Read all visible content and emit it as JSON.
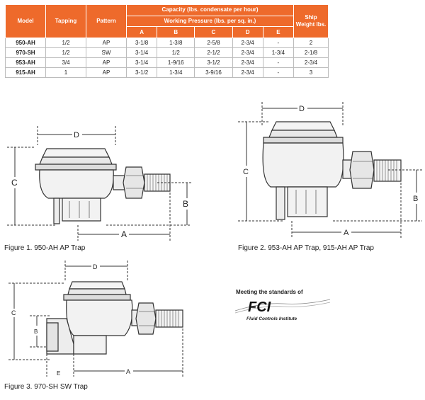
{
  "table": {
    "headers": {
      "model": "Model",
      "tapping": "Tapping",
      "pattern": "Pattern",
      "capacity": "Capacity (lbs. condensate per hour)",
      "working_pressure": "Working Pressure (lbs. per sq. in.)",
      "ship_weight": "Ship Weight lbs.",
      "pressure_cols": [
        "A",
        "B",
        "C",
        "D",
        "E"
      ]
    },
    "rows": [
      [
        "950-AH",
        "1/2",
        "AP",
        "3-1/8",
        "1-3/8",
        "2-5/8",
        "2-3/4",
        "-",
        "2"
      ],
      [
        "970-SH",
        "1/2",
        "SW",
        "3-1/4",
        "1/2",
        "2-1/2",
        "2-3/4",
        "1-3/4",
        "2-1/8"
      ],
      [
        "953-AH",
        "3/4",
        "AP",
        "3-1/4",
        "1-9/16",
        "3-1/2",
        "2-3/4",
        "-",
        "2-3/4"
      ],
      [
        "915-AH",
        "1",
        "AP",
        "3-1/2",
        "1-3/4",
        "3-9/16",
        "2-3/4",
        "-",
        "3"
      ]
    ]
  },
  "figures": {
    "fig1": {
      "caption": "Figure 1. 950-AH AP Trap",
      "dims": {
        "a": "A",
        "b": "B",
        "c": "C",
        "d": "D"
      }
    },
    "fig2": {
      "caption": "Figure 2. 953-AH AP Trap, 915-AH AP Trap",
      "dims": {
        "a": "A",
        "b": "B",
        "c": "C",
        "d": "D"
      }
    },
    "fig3": {
      "caption": "Figure 3. 970-SH SW Trap",
      "dims": {
        "a": "A",
        "b": "B",
        "c": "C",
        "d": "D",
        "e": "E"
      }
    }
  },
  "fci": {
    "meeting": "Meeting the standards of",
    "logo": "FCI",
    "name": "Fluid Controls Institute"
  },
  "colors": {
    "header_orange": "#ee6a2b",
    "line": "#333333"
  }
}
